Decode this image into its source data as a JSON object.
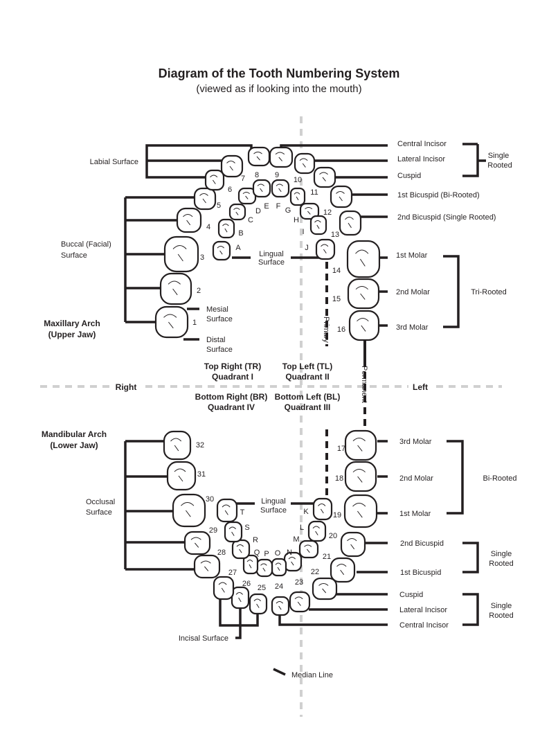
{
  "title": "Diagram of the Tooth Numbering System",
  "subtitle": "(viewed as if looking into the mouth)",
  "sides": {
    "right": "Right",
    "left": "Left"
  },
  "quadrants": {
    "tr": [
      "Top Right (TR)",
      "Quadrant I"
    ],
    "tl": [
      "Top Left (TL)",
      "Quadrant II"
    ],
    "br": [
      "Bottom Right (BR)",
      "Quadrant IV"
    ],
    "bl": [
      "Bottom Left (BL)",
      "Quadrant III"
    ]
  },
  "arches": {
    "upper": [
      "Maxillary Arch",
      "(Upper Jaw)"
    ],
    "lower": [
      "Mandibular Arch",
      "(Lower Jaw)"
    ]
  },
  "dentition": {
    "primary": "Primary",
    "permanent": "Permanent"
  },
  "surfaces": {
    "labial": "Labial Surface",
    "buccal": [
      "Buccal (Facial)",
      "Surface"
    ],
    "mesial": [
      "Mesial",
      "Surface"
    ],
    "distal": [
      "Distal",
      "Surface"
    ],
    "lingual_upper": [
      "Lingual",
      "Surface"
    ],
    "lingual_lower": [
      "Lingual",
      "Surface"
    ],
    "occlusal": [
      "Occlusal",
      "Surface"
    ],
    "incisal": "Incisal Surface"
  },
  "upper_types": [
    "Central Incisor",
    "Lateral Incisor",
    "Cuspid",
    "1st Bicuspid (Bi-Rooted)",
    "2nd Bicuspid (Single Rooted)",
    "1st Molar",
    "2nd Molar",
    "3rd Molar"
  ],
  "upper_roots": {
    "single": [
      "Single",
      "Rooted"
    ],
    "tri": "Tri-Rooted"
  },
  "lower_types": [
    "3rd Molar",
    "2nd Molar",
    "1st Molar",
    "2nd Bicuspid",
    "1st Bicuspid",
    "Cuspid",
    "Lateral Incisor",
    "Central Incisor"
  ],
  "lower_roots": {
    "bi": "Bi-Rooted",
    "single1": [
      "Single",
      "Rooted"
    ],
    "single2": [
      "Single",
      "Rooted"
    ]
  },
  "median_line": "Median Line",
  "permanent_teeth": [
    "1",
    "2",
    "3",
    "4",
    "5",
    "6",
    "7",
    "8",
    "9",
    "10",
    "11",
    "12",
    "13",
    "14",
    "15",
    "16",
    "17",
    "18",
    "19",
    "20",
    "21",
    "22",
    "23",
    "24",
    "25",
    "26",
    "27",
    "28",
    "29",
    "30",
    "31",
    "32"
  ],
  "primary_teeth": [
    "A",
    "B",
    "C",
    "D",
    "E",
    "F",
    "G",
    "H",
    "I",
    "J",
    "K",
    "L",
    "M",
    "N",
    "O",
    "P",
    "Q",
    "R",
    "S",
    "T"
  ],
  "colors": {
    "ink": "#231f20",
    "median": "#d0d0d0"
  }
}
